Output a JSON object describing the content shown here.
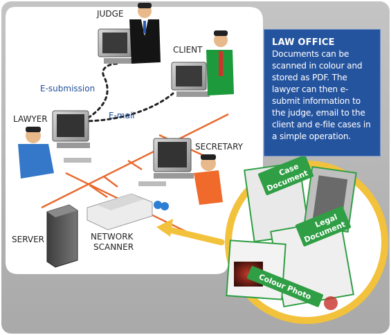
{
  "colors": {
    "frame": "#b9b9b9",
    "panel": "#ffffff",
    "network": "#e9672b",
    "info_bg": "#25549f",
    "connection": "#222222",
    "doc_border": "#2f9e44",
    "highlight": "#f3c23c"
  },
  "diagram": {
    "nodes": {
      "judge": "JUDGE",
      "client": "CLIENT",
      "lawyer": "LAWYER",
      "secretary": "SECRETARY",
      "server": "SERVER",
      "scanner_line1": "NETWORK",
      "scanner_line2": "SCANNER"
    },
    "links": {
      "esubmission": "E-submission",
      "email": "E-mail"
    },
    "documents": {
      "case_line1": "Case",
      "case_line2": "Document",
      "legal_line1": "Legal",
      "legal_line2": "Document",
      "photo": "Colour Photo"
    }
  },
  "info_box": {
    "title": "LAW OFFICE",
    "body": "Documents can be scanned in colour and stored as PDF. The lawyer can then e-submit information to the judge, email to the client and e-file cases in a simple operation."
  }
}
